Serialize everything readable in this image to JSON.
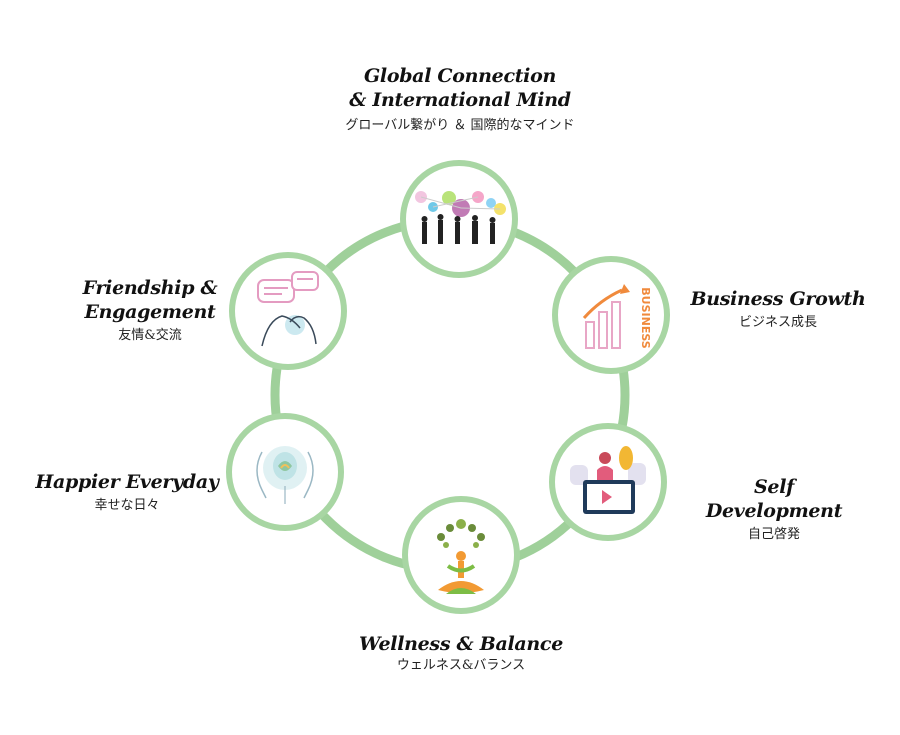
{
  "colors": {
    "ring": "#9fd09a",
    "node_border": "#a8d6a3",
    "node_fill": "#ffffff",
    "text": "#111111"
  },
  "nodes": {
    "global": {
      "title_line1": "Global Connection",
      "title_line2": "& International Mind",
      "subtitle": "グローバル繋がり ＆ 国際的なマインド",
      "icon": "people-network-icon"
    },
    "business": {
      "title": "Business Growth",
      "subtitle": "ビジネス成長",
      "icon": "business-chart-icon"
    },
    "self": {
      "title": "Self Development",
      "subtitle": "自己啓発",
      "icon": "tablet-person-icon"
    },
    "wellness": {
      "title": "Wellness & Balance",
      "subtitle": "ウェルネス&バランス",
      "icon": "yoga-tree-icon"
    },
    "happier": {
      "title": "Happier Everyday",
      "subtitle": "幸せな日々",
      "icon": "head-profiles-icon"
    },
    "friendship": {
      "title_line1": "Friendship &",
      "title_line2": "Engagement",
      "subtitle": "友情&交流",
      "icon": "chat-hands-icon"
    }
  }
}
